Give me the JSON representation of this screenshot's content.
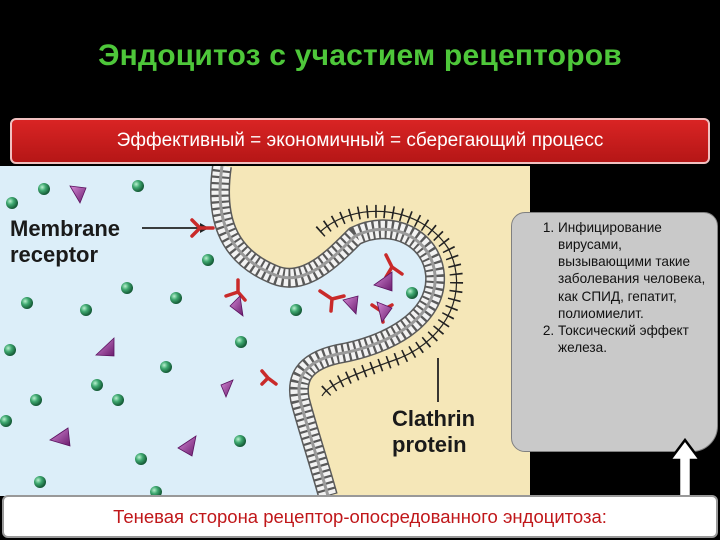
{
  "slide": {
    "title": "Эндоцитоз с участием рецепторов",
    "subtitle": "Эффективный = экономичный = сберегающий процесс",
    "footer": "Теневая сторона рецептор-опосредованного эндоцитоза:"
  },
  "diagram": {
    "labels": {
      "receptor_line1": "Membrane",
      "receptor_line2": "receptor",
      "clathrin_line1": "Clathrin",
      "clathrin_line2": "protein"
    }
  },
  "notes": {
    "items": [
      "Инфицирование вирусами, вызывающими такие заболевания человека, как СПИД, гепатит, полиомиелит.",
      "Токсический эффект железа."
    ]
  },
  "colors": {
    "title": "#4ec73a",
    "subtitle_bg": "#cc1f1f",
    "footer_text": "#c0171a",
    "extracellular": "#dceef9",
    "cytoplasm": "#f5e7b8",
    "particle_green": "#2e8f5c",
    "particle_purple": "#8b2c8c",
    "receptor": "#c92a2a"
  },
  "icons": [
    "up-arrow-icon"
  ]
}
